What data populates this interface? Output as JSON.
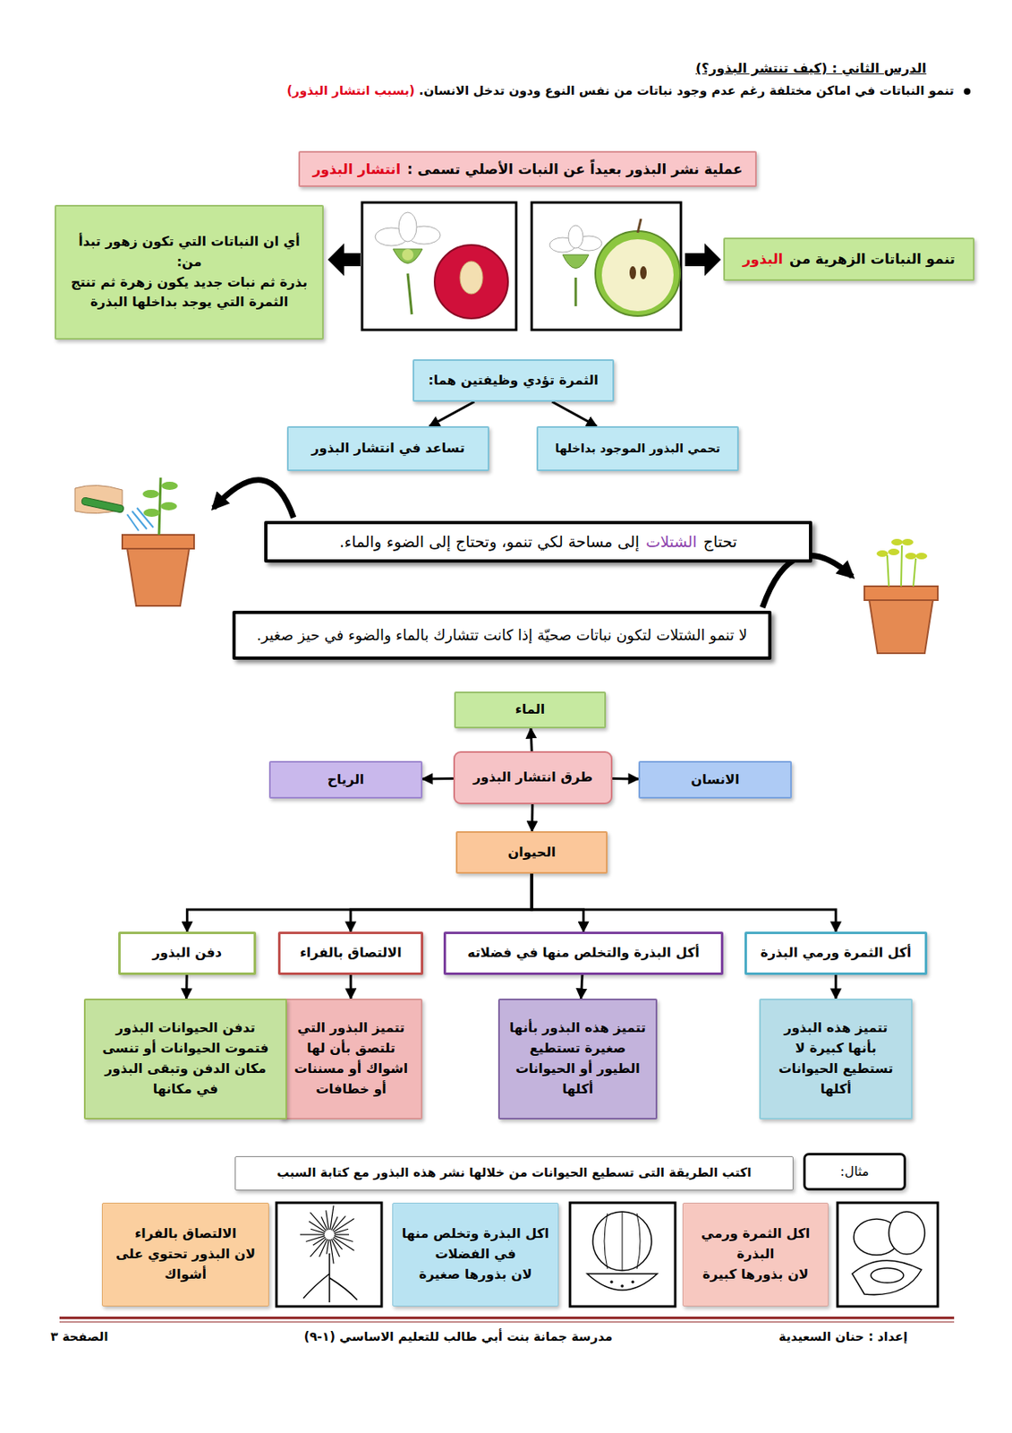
{
  "diagram": {
    "title": "الدرس الثاني : (كيف تنتشر البذور؟)",
    "nodes": [
      {
        "text": [
          "عملية نشر البذور بعيداً عن النبات الأصلي تسمى :",
          "انتشار البذور"
        ]
      },
      {
        "text": [
          "تنمو النباتات الزهرية من",
          "البذور"
        ]
      },
      {
        "text": [
          "أي ان النباتات التي تكون زهور تبدأ من:",
          "بذرة ثم نبات جديد يكون زهرة ثم تنتج الثمرة التي يوجد بداخلها البذرة"
        ]
      },
      {
        "text": [
          "الثمرة تؤدي وظيفتين هما:"
        ]
      },
      {
        "text": [
          "تحمي البذور الموجود بداخلها"
        ]
      },
      {
        "text": [
          "تساعد في انتشار البذور"
        ]
      },
      {
        "text": [
          "تحتاج",
          "الشتلات",
          "إلى مساحة لكي تنمو، وتحتاج إلى الضوء والماء."
        ]
      },
      {
        "text": [
          "لا تنمو الشتلات لتكون نباتات صحيّة إذا كانت تتشارك بالماء والضوء في حيز صغير."
        ]
      },
      {
        "text": [
          "الماء"
        ]
      },
      {
        "text": [
          "طرق انتشار البذور"
        ]
      },
      {
        "text": [
          "الانسان"
        ]
      },
      {
        "text": [
          "الرياح"
        ]
      },
      {
        "text": [
          "الحيوان"
        ]
      },
      {
        "text": [
          "أكل الثمرة ورمي البذرة"
        ]
      },
      {
        "text": [
          "أكل البذرة والتخلص منها في فضلاته"
        ]
      },
      {
        "text": [
          "الالتصاق بالفراء"
        ]
      },
      {
        "text": [
          "دفن البذور"
        ]
      },
      {
        "text": [
          "تتميز هذه البذور بأنها كبيرة لا تستطيع الحيوانات أكلها"
        ]
      },
      {
        "text": [
          "تتميز هذه البذور بأنها صغيرة تستطيع الطيور أو الحيوانات أكلها"
        ]
      },
      {
        "text": [
          "تتميز البذور التي تلتصق بأن لها اشواك أو مسننات أو خطافات"
        ]
      },
      {
        "text": [
          "تدفن الحيوانات البذور فتموت الحيوانات أو تنسى مكان الدفن وتبقى البذور في مكانها"
        ]
      },
      {
        "text": [
          "مثال:"
        ]
      },
      {
        "text": [
          "اكتب الطريقة التى تسطيع الحيوانات من خلالها نشر هذه البذور مع كتابة السبب"
        ]
      },
      {
        "text": [
          "اكل الثمرة ورمي البذرة",
          "لان بذورها كبيرة"
        ]
      },
      {
        "text": [
          "اكل البذرة وتخلص منها في الفضلات",
          "لان بذورها صغيرة"
        ]
      },
      {
        "text": [
          "الالتصاق بالفراء",
          "لان البذور تحتوي على أشواك"
        ]
      }
    ],
    "edges": [
      {
        "from": 3,
        "to": 4,
        "arrow": "to"
      },
      {
        "from": 3,
        "to": 5,
        "arrow": "to"
      },
      {
        "from": 9,
        "to": 8,
        "arrow": "to"
      },
      {
        "from": 9,
        "to": 10,
        "arrow": "to"
      },
      {
        "from": 9,
        "to": 11,
        "arrow": "to"
      },
      {
        "from": 9,
        "to": 12,
        "arrow": "to"
      },
      {
        "from": 12,
        "to": 13,
        "arrow": "to"
      },
      {
        "from": 12,
        "to": 14,
        "arrow": "to"
      },
      {
        "from": 12,
        "to": 15,
        "arrow": "to"
      },
      {
        "from": 12,
        "to": 16,
        "arrow": "to"
      },
      {
        "from": 13,
        "to": 17,
        "arrow": "to"
      },
      {
        "from": 14,
        "to": 18,
        "arrow": "to"
      },
      {
        "from": 15,
        "to": 19,
        "arrow": "to"
      },
      {
        "from": 16,
        "to": 20,
        "arrow": "to"
      }
    ],
    "labels": [
      "تنمو النباتات في اماكن مختلفة رغم عدم وجود نباتات من نفس النوع ودون تدخل الانسان.",
      "(بسبب انتشار البذور)",
      "إعداد : حنان السعيدية",
      "مدرسة جمانة بنت أبي طالب للتعليم الاساسي (١-٩)",
      "الصفحة ٣"
    ]
  }
}
